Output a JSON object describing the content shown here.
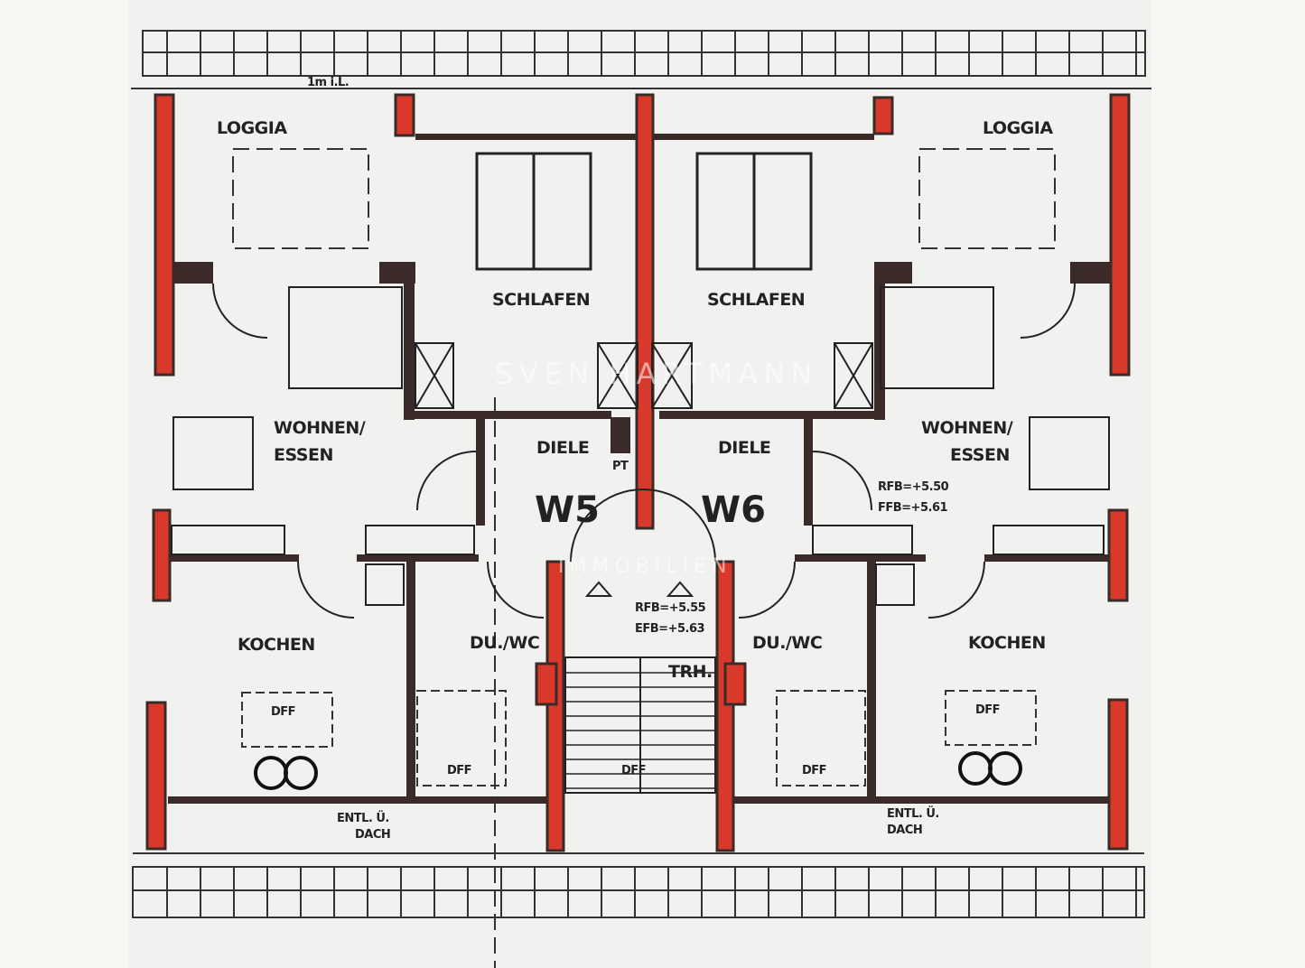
{
  "plan": {
    "dimension_note": "1m i.L.",
    "units": [
      {
        "id": "W5",
        "rooms": {
          "loggia": "LOGGIA",
          "bedroom": "SCHLAFEN",
          "living": "WOHNEN/",
          "living2": "ESSEN",
          "hall": "DIELE",
          "kitchen": "KOCHEN",
          "bath": "DU./WC"
        }
      },
      {
        "id": "W6",
        "rooms": {
          "loggia": "LOGGIA",
          "bedroom": "SCHLAFEN",
          "living": "WOHNEN/",
          "living2": "ESSEN",
          "hall": "DIELE",
          "kitchen": "KOCHEN",
          "bath": "DU./WC"
        }
      }
    ],
    "stair": "TRH.",
    "pt": "PT",
    "levels_center": [
      "RFB=+5.55",
      "EFB=+5.63"
    ],
    "levels_right": [
      "RFB=+5.50",
      "FFB=+5.61"
    ],
    "skylight": "DFF",
    "vent_note": [
      "ENTL. Ü.",
      "DACH"
    ],
    "watermark": [
      "SVEN HARTMANN",
      "IMMOBILIEN"
    ],
    "colors": {
      "wall_bearing": "#d8392b",
      "wall": "#3a2a28",
      "paper": "#f1f1ef"
    }
  }
}
